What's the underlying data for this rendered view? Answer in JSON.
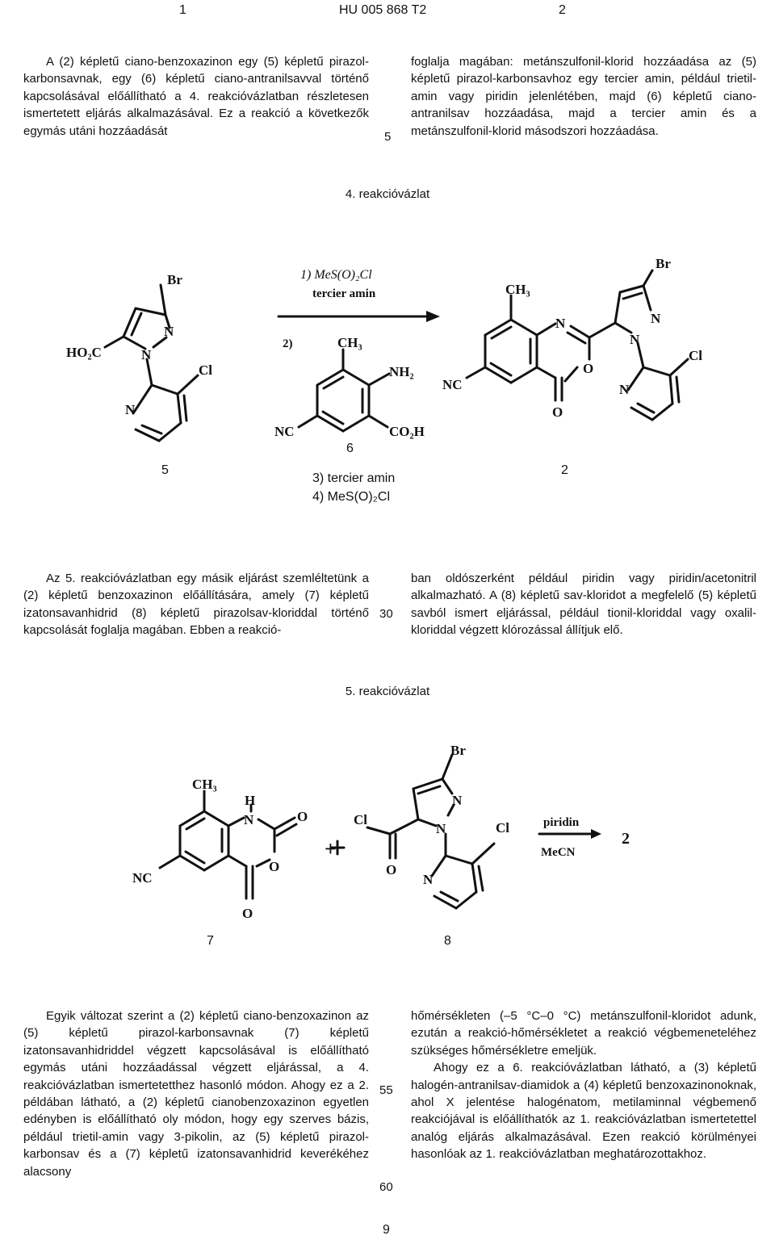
{
  "header": {
    "left_page": "1",
    "patent_id": "HU 005 868 T2",
    "right_page": "2"
  },
  "col1_top": "A (2) képletű ciano-benzoxazinon egy (5) képletű pirazol-karbonsavnak, egy (6) képletű ciano-antranilsavval történő kapcsolásával előállítható a 4. reakcióvázlatban részletesen ismertetett eljárás alkalmazásával. Ez a reakció a következők egymás utáni hozzáadását",
  "col2_top": "foglalja magában: metánszulfonil-klorid hozzáadása az (5) képletű pirazol-karbonsavhoz egy tercier amin, például trietil-amin vagy piridin jelenlétében, majd (6) képletű ciano-antranilsav hozzáadása, majd a tercier amin és a metánszulfonil-klorid másodszori hozzáadása.",
  "line_markers": {
    "m5": "5",
    "m30": "30",
    "m55": "55",
    "m60": "60"
  },
  "scheme4": {
    "caption": "4. reakcióvázlat",
    "reagent1": "1) MeS(O)₂Cl",
    "reagent1b": "tercier amin",
    "reagent2": "2)",
    "compound_labels": {
      "c5": "5",
      "c6": "6",
      "c2": "2"
    },
    "step3": "3) tercier amin",
    "step4": "4) MeS(O)₂Cl",
    "atoms": {
      "br": "Br",
      "n": "N",
      "cl": "Cl",
      "ho2c": "HO₂C",
      "ch3": "CH₃",
      "nh2": "NH₂",
      "nc": "NC",
      "co2h": "CO₂H",
      "o": "O"
    }
  },
  "col1_mid": "Az 5. reakcióvázlatban egy másik eljárást szemléltetünk a (2) képletű benzoxazinon előállítására, amely (7) képletű izatonsavanhidrid (8) képletű pirazolsav-kloriddal történő kapcsolását foglalja magában. Ebben a reakció-",
  "col2_mid": "ban oldószerként például piridin vagy piridin/acetonitril alkalmazható. A (8) képletű sav-kloridot a megfelelő (5) képletű savból ismert eljárással, például tionil-kloriddal vagy oxalil-kloriddal végzett klórozással állítjuk elő.",
  "scheme5": {
    "caption": "5. reakcióvázlat",
    "plus": "+",
    "reagent_top": "piridin",
    "reagent_bottom": "MeCN",
    "product": "2",
    "compound_labels": {
      "c7": "7",
      "c8": "8"
    },
    "atoms": {
      "ch3": "CH₃",
      "h": "H",
      "n": "N",
      "o": "O",
      "nc": "NC",
      "cl": "Cl",
      "br": "Br"
    }
  },
  "col1_bot": [
    "Egyik változat szerint a (2) képletű ciano-benzoxazinon az (5) képletű pirazol-karbonsavnak (7) képletű izatonsavanhidriddel végzett kapcsolásával is előállítható egymás utáni hozzáadással végzett eljárással, a 4. reakcióvázlatban ismertetetthez hasonló módon. Ahogy ez a 2. példában látható, a (2) képletű cianobenzoxazinon egyetlen edényben is előállítható oly módon, hogy egy szerves bázis, például trietil-amin vagy 3-pikolin, az (5) képletű pirazol-karbonsav és a (7) képletű izatonsavanhidrid keverékéhez alacsony"
  ],
  "col2_bot": [
    "hőmérsékleten (–5 °C–0 °C) metánszulfonil-kloridot adunk, ezután a reakció-hőmérsékletet a reakció végbemeneteléhez szükséges hőmérsékletre emeljük.",
    "Ahogy ez a 6. reakcióvázlatban látható, a (3) képletű halogén-antranilsav-diamidok a (4) képletű benzoxazinonoknak, ahol X jelentése halogénatom, metilaminnal végbemenő reakciójával is előállíthatók az 1. reakcióvázlatban ismertetettel analóg eljárás alkalmazásával. Ezen reakció körülményei hasonlóak az 1. reakcióvázlatban meghatározottakhoz."
  ],
  "footer": {
    "page_number": "9"
  }
}
